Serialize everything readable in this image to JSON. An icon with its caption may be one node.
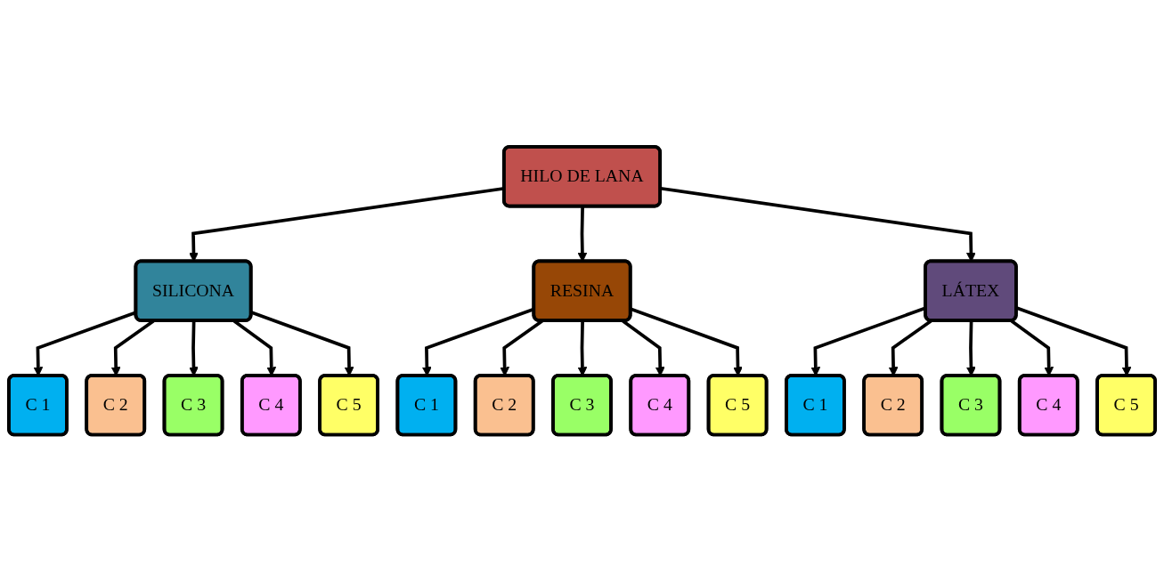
{
  "diagram": {
    "nodes": [
      {
        "text": [
          "HILO DE LANA"
        ]
      },
      {
        "text": [
          "SILICONA"
        ]
      },
      {
        "text": [
          "RESINA"
        ]
      },
      {
        "text": [
          "LÁTEX"
        ]
      },
      {
        "text": [
          "C 1"
        ]
      },
      {
        "text": [
          "C 2"
        ]
      },
      {
        "text": [
          "C 3"
        ]
      },
      {
        "text": [
          "C 4"
        ]
      },
      {
        "text": [
          "C 5"
        ]
      },
      {
        "text": [
          "C 1"
        ]
      },
      {
        "text": [
          "C 2"
        ]
      },
      {
        "text": [
          "C 3"
        ]
      },
      {
        "text": [
          "C 4"
        ]
      },
      {
        "text": [
          "C 5"
        ]
      },
      {
        "text": [
          "C 1"
        ]
      },
      {
        "text": [
          "C 2"
        ]
      },
      {
        "text": [
          "C 3"
        ]
      },
      {
        "text": [
          "C 4"
        ]
      },
      {
        "text": [
          "C 5"
        ]
      }
    ],
    "edges": [
      {
        "from": 0,
        "to": 1,
        "arrow": "to"
      },
      {
        "from": 0,
        "to": 2,
        "arrow": "to"
      },
      {
        "from": 0,
        "to": 3,
        "arrow": "to"
      },
      {
        "from": 1,
        "to": 4,
        "arrow": "to"
      },
      {
        "from": 1,
        "to": 5,
        "arrow": "to"
      },
      {
        "from": 1,
        "to": 6,
        "arrow": "to"
      },
      {
        "from": 1,
        "to": 7,
        "arrow": "to"
      },
      {
        "from": 1,
        "to": 8,
        "arrow": "to"
      },
      {
        "from": 2,
        "to": 9,
        "arrow": "to"
      },
      {
        "from": 2,
        "to": 10,
        "arrow": "to"
      },
      {
        "from": 2,
        "to": 11,
        "arrow": "to"
      },
      {
        "from": 2,
        "to": 12,
        "arrow": "to"
      },
      {
        "from": 2,
        "to": 13,
        "arrow": "to"
      },
      {
        "from": 3,
        "to": 14,
        "arrow": "to"
      },
      {
        "from": 3,
        "to": 15,
        "arrow": "to"
      },
      {
        "from": 3,
        "to": 16,
        "arrow": "to"
      },
      {
        "from": 3,
        "to": 17,
        "arrow": "to"
      },
      {
        "from": 3,
        "to": 18,
        "arrow": "to"
      }
    ]
  }
}
